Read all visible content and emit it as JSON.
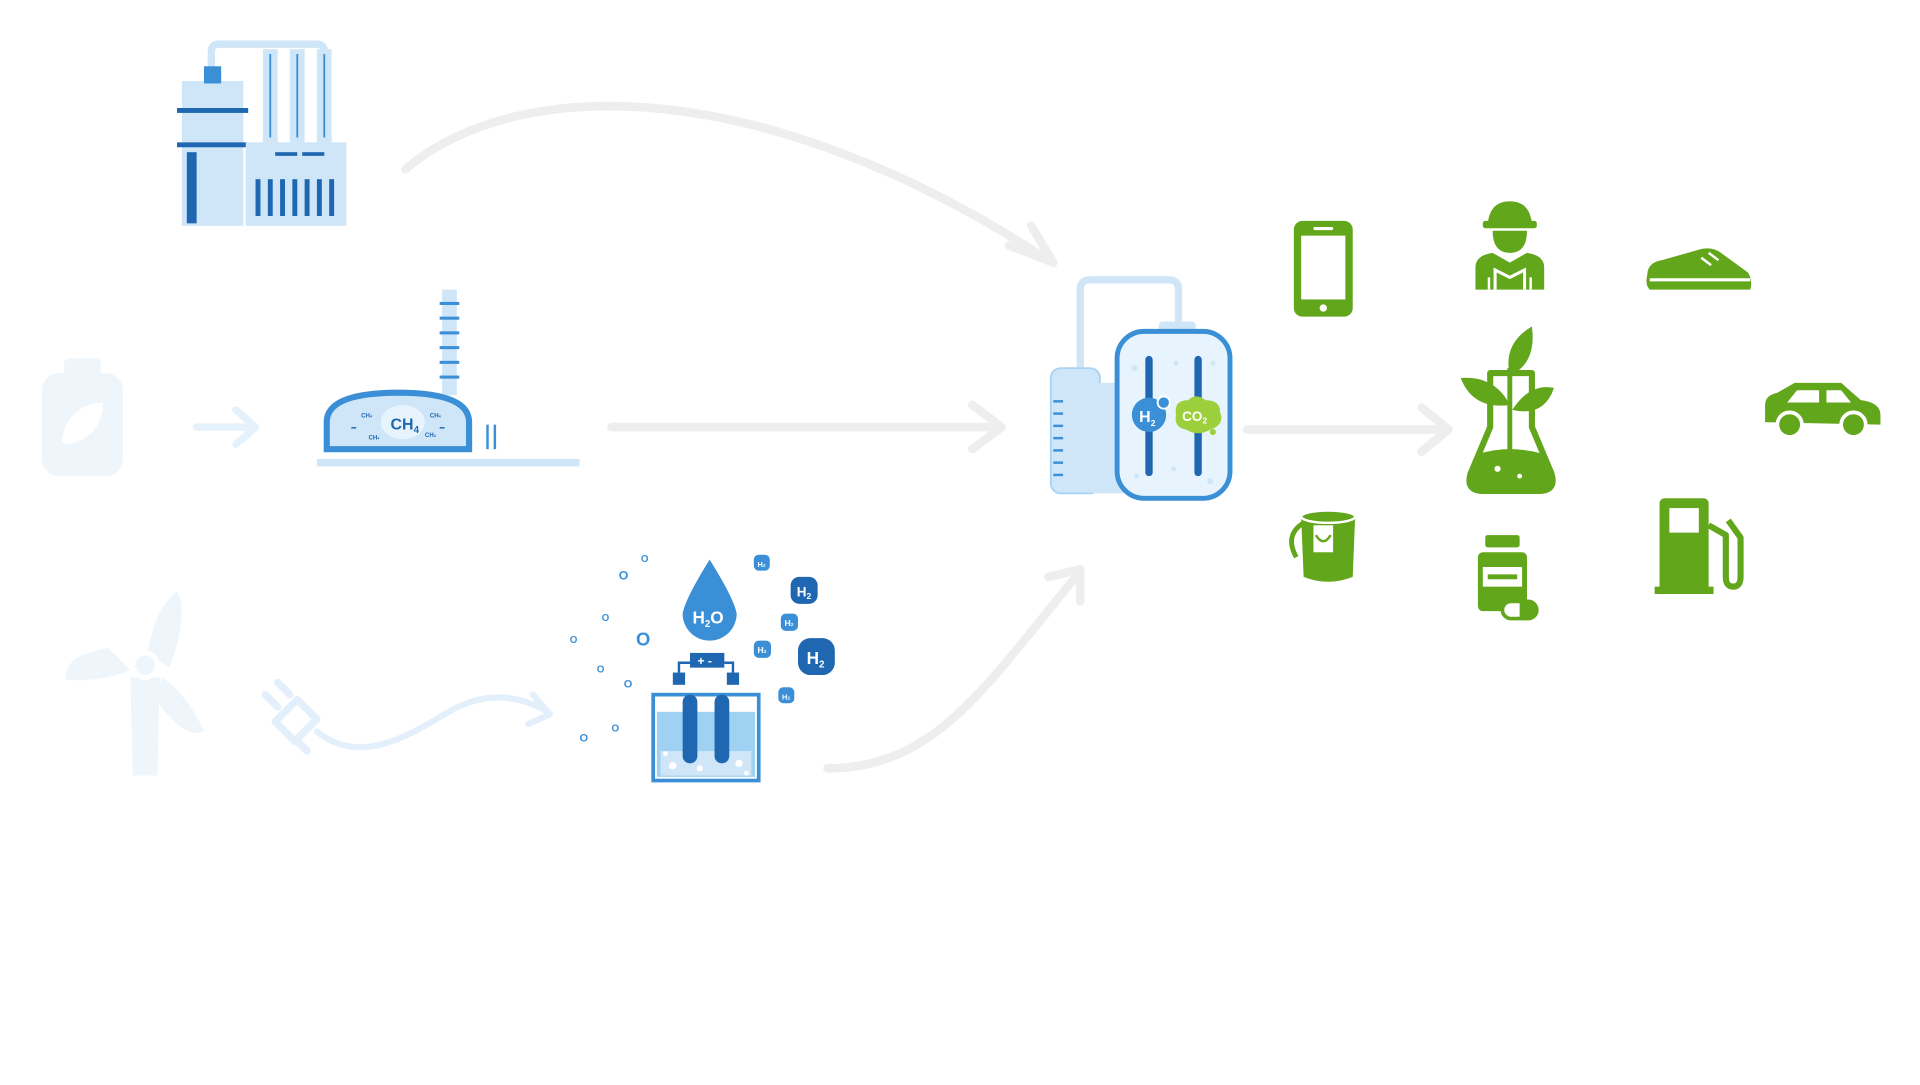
{
  "colors": {
    "blue_dark": "#1f67b1",
    "blue_mid": "#3a8fd6",
    "blue_light": "#cfe6f8",
    "blue_pale": "#e3f1fb",
    "green": "#62a61c",
    "green_light": "#9ccf3c",
    "arrow_grey": "#eeeeee",
    "faded": "#eef6fc"
  },
  "labels": {
    "methane": "CH",
    "methane_sub": "4",
    "methane_small": "CH",
    "methane_small_sub": "4",
    "water": "H",
    "water_sub": "2",
    "water_o": "O",
    "hydrogen": "H",
    "hydrogen_sub": "2",
    "reactor_h": "H",
    "reactor_h_sub": "2",
    "reactor_co": "CO",
    "reactor_co_sub": "2",
    "oxygen": "O",
    "battery": "+ -"
  },
  "icons": {
    "sources": [
      "factory-icon",
      "biogas-digester-icon",
      "gas-canister-leaf-icon",
      "wind-turbine-icon",
      "power-plug-icon",
      "electrolysis-icon"
    ],
    "reactor": "bioreactor-icon",
    "center_product": "plant-flask-icon",
    "products": [
      "smartphone-icon",
      "worker-icon",
      "sneaker-icon",
      "car-icon",
      "paint-bucket-icon",
      "medicine-bottle-icon",
      "fuel-pump-icon"
    ]
  }
}
